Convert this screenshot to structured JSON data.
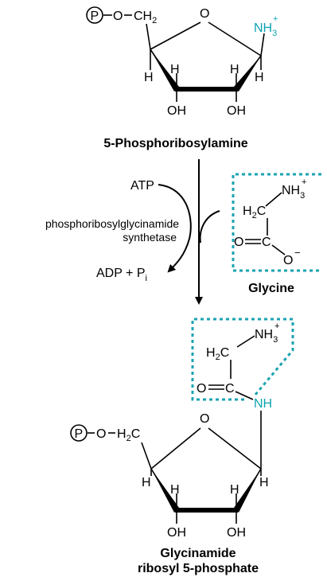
{
  "molecule_1": {
    "phosphate": "P",
    "dash_o": "O",
    "ch2": "CH",
    "ch2_sub": "2",
    "ring_o": "O",
    "amine": "NH",
    "amine_sub": "3",
    "amine_sup": "+",
    "h1": "H",
    "h2": "H",
    "h3": "H",
    "h4": "H",
    "oh1": "OH",
    "oh2": "OH",
    "name": "5-Phosphoribosylamine"
  },
  "reaction": {
    "atp": "ATP",
    "enzyme_line1": "phosphoribosylglycinamide",
    "enzyme_line2": "synthetase",
    "adp": "ADP + P",
    "adp_sub": "i"
  },
  "glycine": {
    "nh3": "NH",
    "nh3_sub": "3",
    "nh3_sup": "+",
    "h2c": "H",
    "h2c_sub": "2",
    "h2c_c": "C",
    "o_eq": "O",
    "c": "C",
    "o_minus": "O",
    "o_minus_sup": "−",
    "name": "Glycine"
  },
  "molecule_2": {
    "nh3": "NH",
    "nh3_sub": "3",
    "nh3_sup": "+",
    "h2c": "H",
    "h2c_sub": "2",
    "h2c_c": "C",
    "o_eq": "O",
    "c": "C",
    "nh": "NH",
    "phosphate": "P",
    "dash_o": "O",
    "h2c2": "H",
    "h2c2_sub": "2",
    "h2c2_c": "C",
    "ring_o": "O",
    "h1": "H",
    "h2": "H",
    "h3": "H",
    "h4": "H",
    "oh1": "OH",
    "oh2": "OH",
    "name_line1": "Glycinamide",
    "name_line2": "ribosyl 5-phosphate"
  },
  "colors": {
    "highlight": "#0fa3b1",
    "box": "#1aa3b0"
  }
}
